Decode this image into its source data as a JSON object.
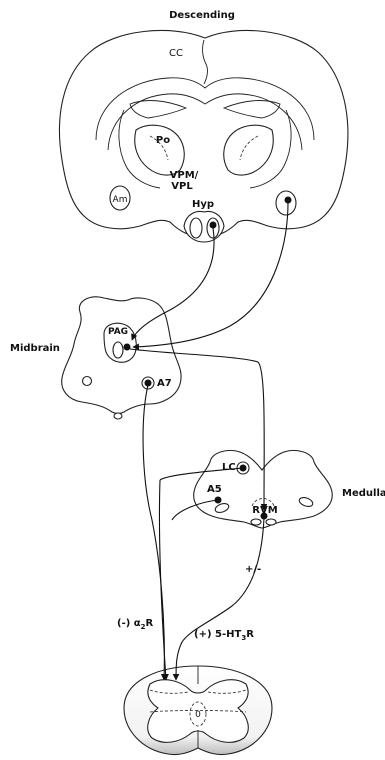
{
  "title": "Descending",
  "labels": {
    "cc": "CC",
    "po": "Po",
    "vpm": "VPM/",
    "vpl": "VPL",
    "am": "Am",
    "hyp": "Hyp",
    "midbrain": "Midbrain",
    "pag": "PAG",
    "a7": "A7",
    "lc": "LC",
    "a5": "A5",
    "rvm": "RVM",
    "medulla": "Medulla",
    "plus_minus": "+/-",
    "alpha2_prefix": "(-) α",
    "alpha2_sub": "2",
    "alpha2_suffix": "R",
    "ht3_prefix": "(+) 5-HT",
    "ht3_sub": "3",
    "ht3_suffix": "R",
    "zero": "0"
  },
  "colors": {
    "line": "#111111",
    "background": "#ffffff"
  }
}
